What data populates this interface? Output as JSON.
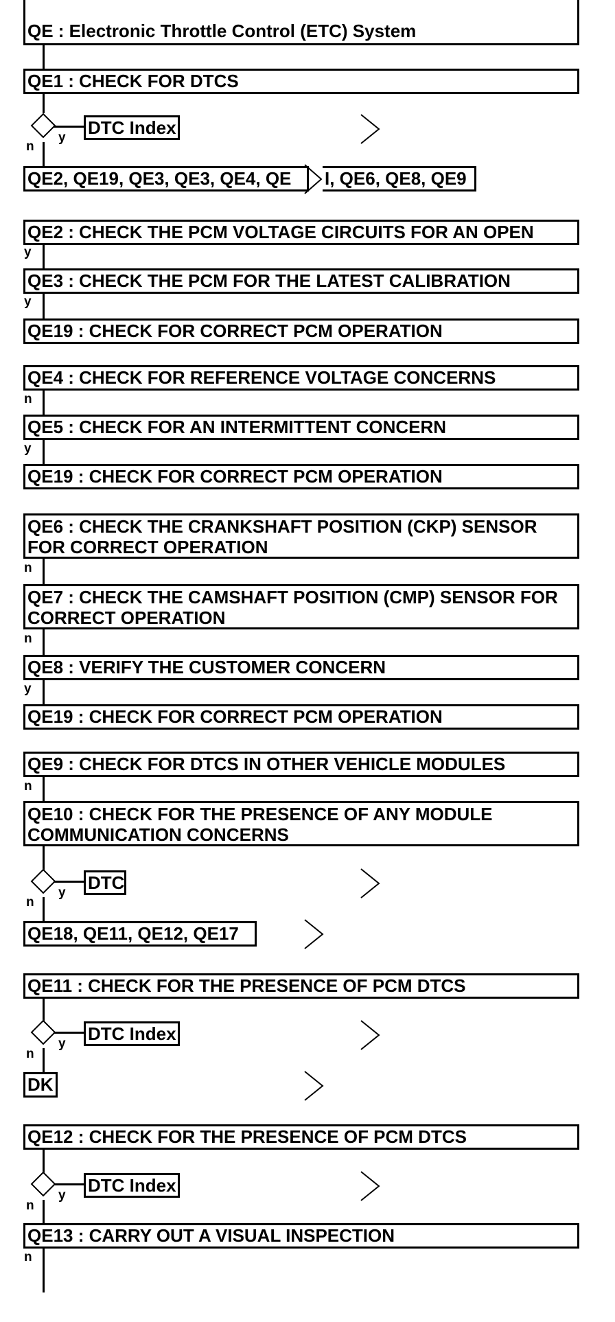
{
  "title": "QE : Electronic Throttle Control (ETC) System",
  "steps": {
    "qe1": "QE1 : CHECK FOR DTCS",
    "qe1_branch": "DTC Index",
    "qe1_next_a": "QE2, QE19, QE3, QE3, QE4, QE",
    "qe1_next_b": "I, QE6, QE8, QE9",
    "qe2": "QE2 : CHECK THE PCM VOLTAGE CIRCUITS FOR AN OPEN",
    "qe3": "QE3 : CHECK THE PCM FOR THE LATEST CALIBRATION",
    "qe19a": "QE19 : CHECK FOR CORRECT PCM OPERATION",
    "qe4": "QE4 : CHECK FOR REFERENCE VOLTAGE CONCERNS",
    "qe5": "QE5 : CHECK FOR AN INTERMITTENT CONCERN",
    "qe19b": "QE19 : CHECK FOR CORRECT PCM OPERATION",
    "qe6": "QE6 : CHECK THE CRANKSHAFT POSITION (CKP) SENSOR FOR CORRECT OPERATION",
    "qe7": "QE7 : CHECK THE CAMSHAFT POSITION (CMP) SENSOR FOR CORRECT OPERATION",
    "qe8": "QE8 : VERIFY THE CUSTOMER CONCERN",
    "qe19c": "QE19 : CHECK FOR CORRECT PCM OPERATION",
    "qe9": "QE9 : CHECK FOR DTCS IN OTHER VEHICLE MODULES",
    "qe10": "QE10 : CHECK FOR THE PRESENCE OF ANY MODULE COMMUNICATION CONCERNS",
    "qe10_branch": "DTC",
    "qe10_next": "QE18, QE11, QE12, QE17",
    "qe11": "QE11 : CHECK FOR THE PRESENCE OF PCM DTCS",
    "qe11_branch": "DTC Index",
    "qe11_next": "DK",
    "qe12": "QE12 : CHECK FOR THE PRESENCE OF PCM DTCS",
    "qe12_branch": "DTC Index",
    "qe13": "QE13 : CARRY OUT A VISUAL INSPECTION"
  },
  "labels": {
    "yes": "y",
    "no": "n"
  }
}
